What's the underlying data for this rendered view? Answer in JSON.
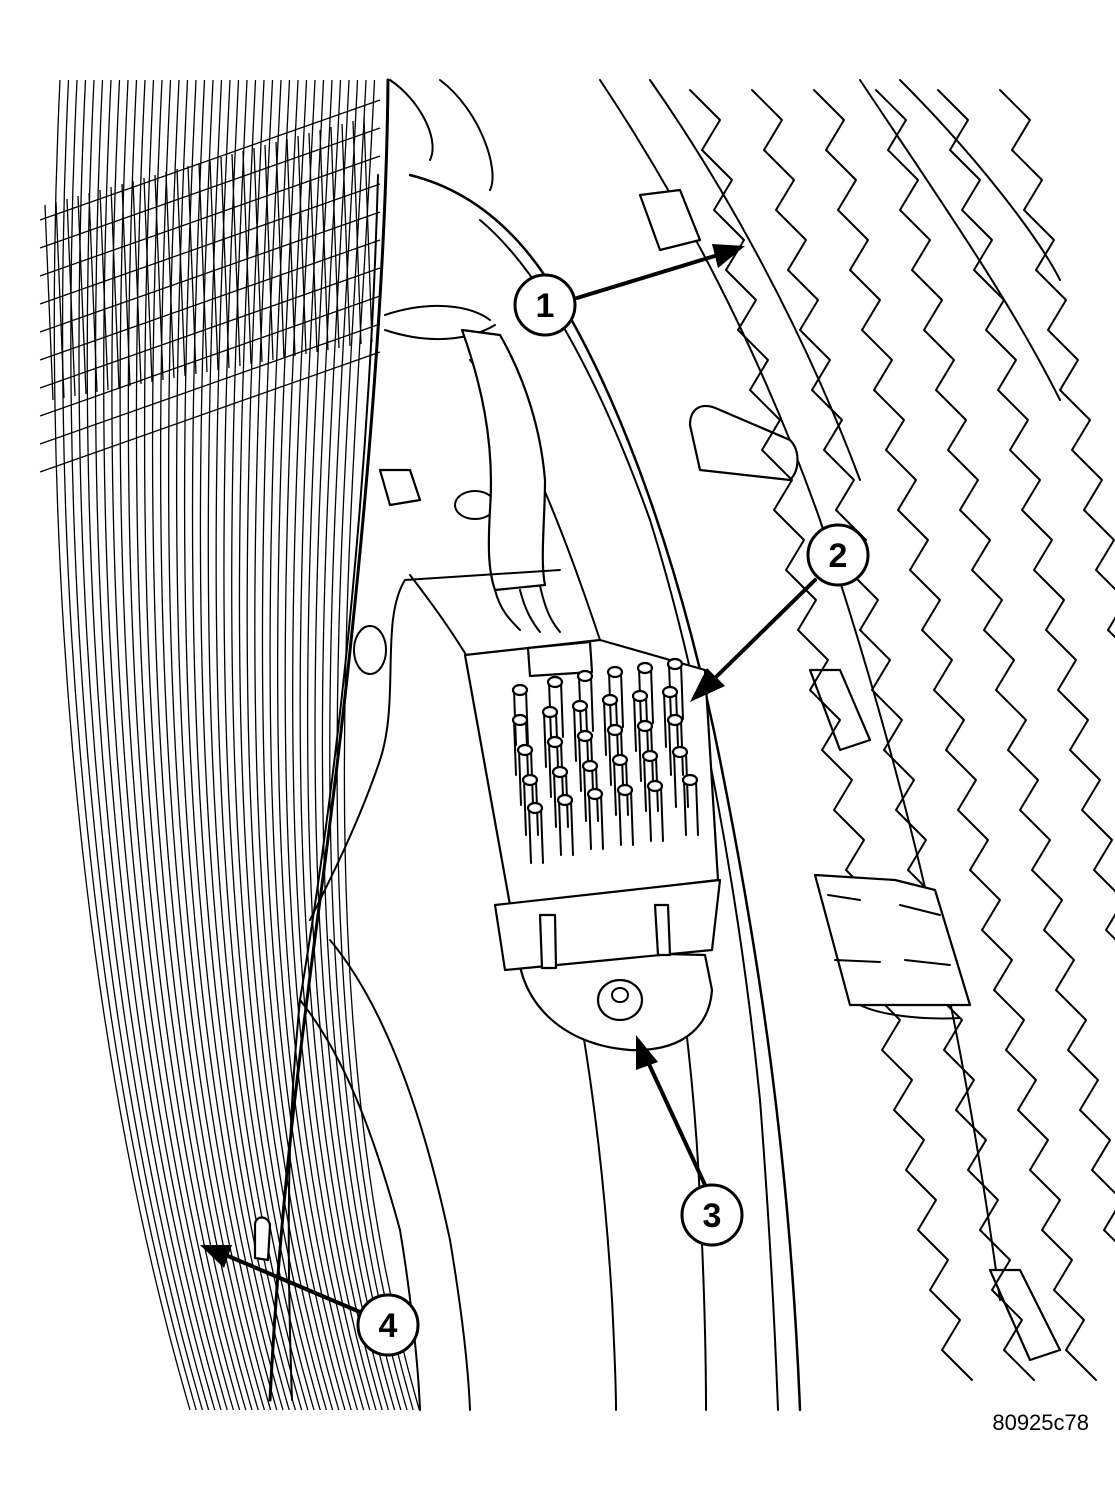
{
  "figure_id": "80925c78",
  "callouts": [
    {
      "number": "1"
    },
    {
      "number": "2"
    },
    {
      "number": "3"
    },
    {
      "number": "4"
    }
  ]
}
